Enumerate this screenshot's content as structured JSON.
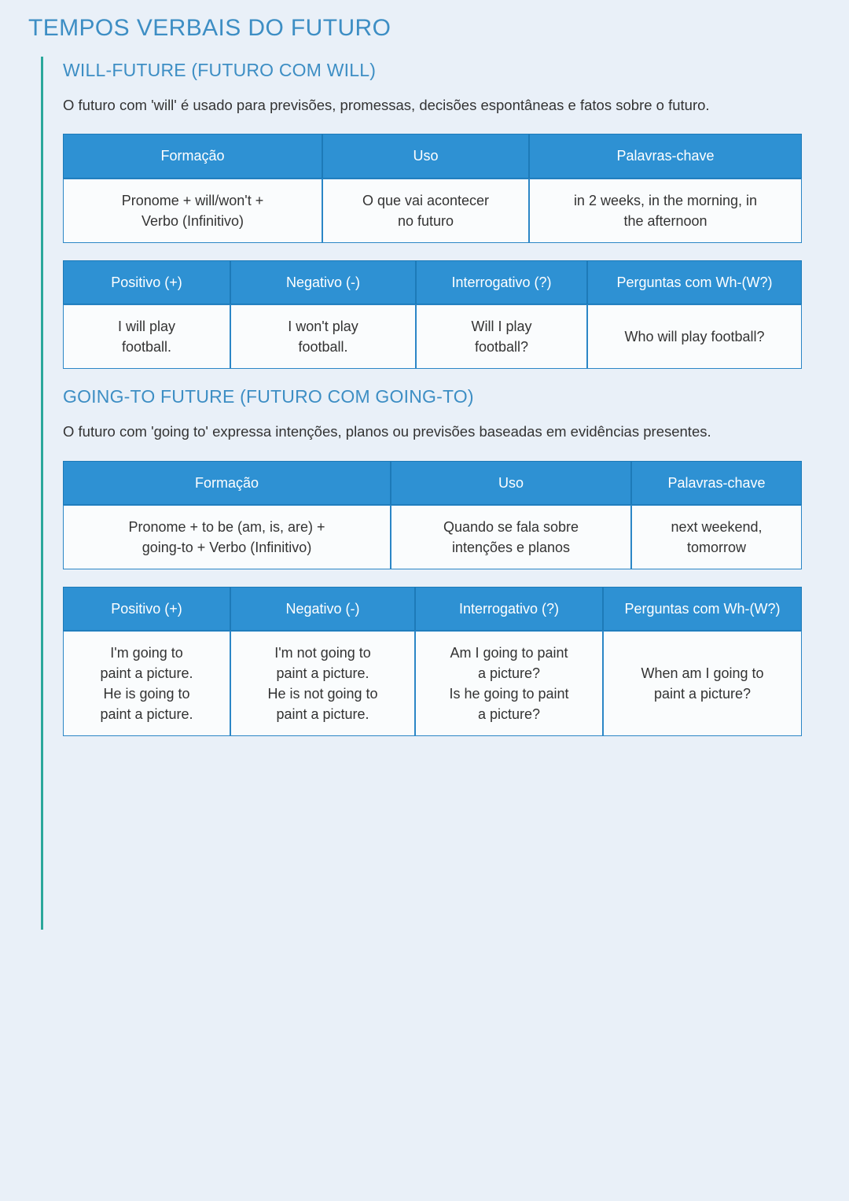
{
  "document": {
    "title": "TEMPOS VERBAIS DO FUTURO",
    "background_color": "#e9f0f8",
    "title_color": "#3d8ec4",
    "accent_rail_color": "#2aa79b",
    "table_header_color": "#2e91d3",
    "table_border_color": "#2b86c6",
    "table_cell_color": "#fafcfd"
  },
  "sections": [
    {
      "heading": "WILL-FUTURE (FUTURO COM WILL)",
      "description": "O futuro com 'will' é usado para previsões, promessas, decisões espontâneas e fatos sobre o futuro.",
      "table_formation": {
        "headers": [
          "Formação",
          "Uso",
          "Palavras-chave"
        ],
        "rows": [
          [
            [
              "Pronome + will/won't +",
              "Verbo (Infinitivo)"
            ],
            [
              "O que vai acontecer",
              "no futuro"
            ],
            [
              "in 2 weeks, in the morning, in",
              "the afternoon"
            ]
          ]
        ]
      },
      "table_forms": {
        "headers": [
          "Positivo (+)",
          "Negativo (-)",
          "Interrogativo (?)",
          "Perguntas com Wh-(W?)"
        ],
        "rows": [
          [
            [
              "I will play",
              "football."
            ],
            [
              "I won't play",
              "football."
            ],
            [
              "Will I play",
              "football?"
            ],
            [
              "Who will play football?"
            ]
          ]
        ]
      }
    },
    {
      "heading": "GOING-TO FUTURE (FUTURO COM GOING-TO)",
      "description": "O futuro com 'going to' expressa intenções, planos ou previsões baseadas em evidências presentes.",
      "table_formation": {
        "headers": [
          "Formação",
          "Uso",
          "Palavras-chave"
        ],
        "rows": [
          [
            [
              "Pronome + to be (am, is, are) +",
              "going-to + Verbo (Infinitivo)"
            ],
            [
              "Quando se fala sobre",
              "intenções e planos"
            ],
            [
              "next weekend,",
              "tomorrow"
            ]
          ]
        ]
      },
      "table_forms": {
        "headers": [
          "Positivo (+)",
          "Negativo (-)",
          "Interrogativo (?)",
          "Perguntas com Wh-(W?)"
        ],
        "rows": [
          [
            [
              "I'm going to",
              "paint a picture.",
              "He is going to",
              "paint a picture."
            ],
            [
              "I'm not going to",
              "paint a picture.",
              "He is not going to",
              "paint a picture."
            ],
            [
              "Am I going to paint",
              "a picture?",
              "Is he going to paint",
              "a picture?"
            ],
            [
              "When am I going to",
              "paint a picture?"
            ]
          ]
        ]
      }
    }
  ]
}
